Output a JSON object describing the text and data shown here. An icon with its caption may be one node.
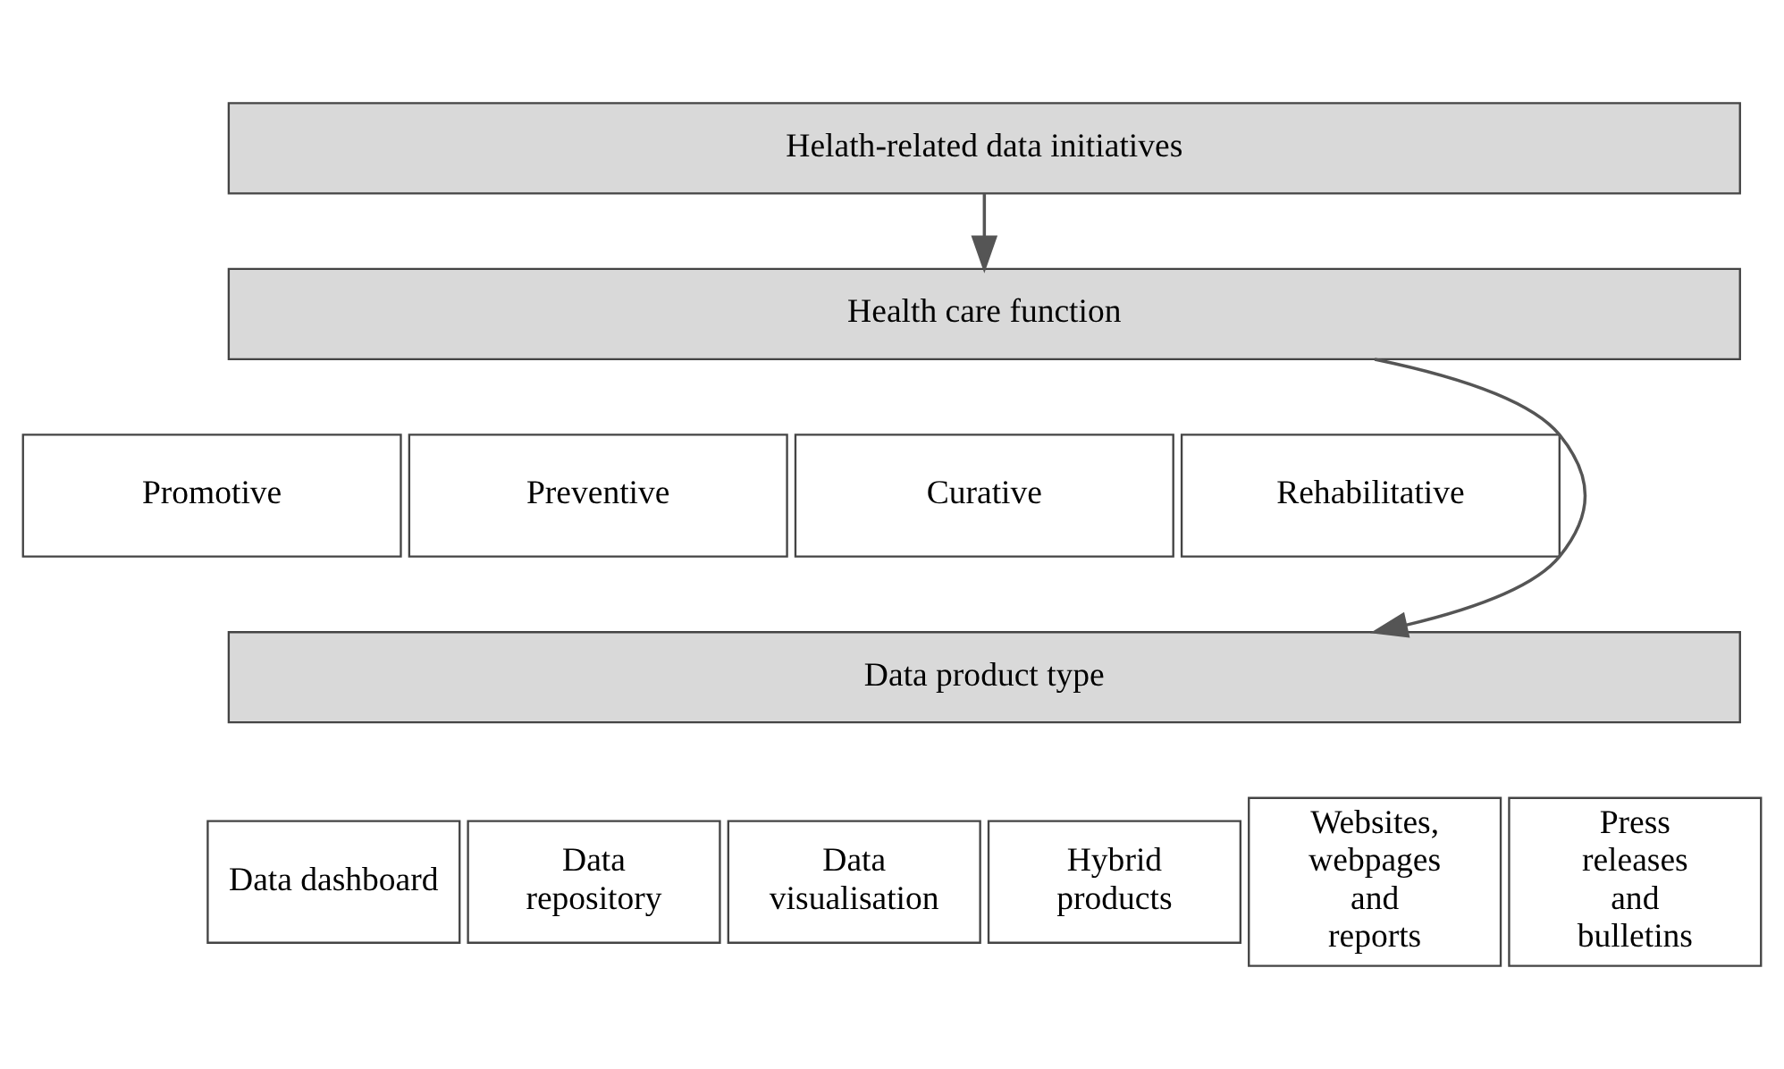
{
  "diagram": {
    "nodes": [
      {
        "text": [
          "Helath-related data initiatives"
        ]
      },
      {
        "text": [
          "Health care function"
        ]
      },
      {
        "text": [
          "Promotive"
        ]
      },
      {
        "text": [
          "Preventive"
        ]
      },
      {
        "text": [
          "Curative"
        ]
      },
      {
        "text": [
          "Rehabilitative"
        ]
      },
      {
        "text": [
          "Data product type"
        ]
      },
      {
        "text": [
          "Data dashboard"
        ]
      },
      {
        "text": [
          "Data repository"
        ]
      },
      {
        "text": [
          "Data visualisation"
        ]
      },
      {
        "text": [
          "Hybrid products"
        ]
      },
      {
        "text": [
          "Websites, webpages and reports"
        ]
      },
      {
        "text": [
          "Press releases and bulletins"
        ]
      }
    ],
    "edges": [
      {
        "from": 0,
        "to": 1,
        "arrow": "to"
      },
      {
        "from": 1,
        "to": 6,
        "arrow": "to"
      }
    ]
  }
}
